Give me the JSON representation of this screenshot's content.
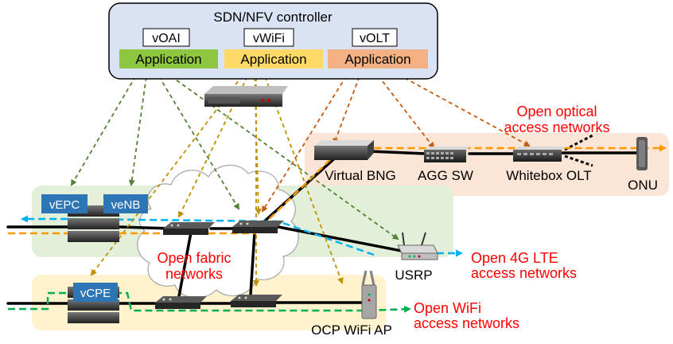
{
  "controller": {
    "title": "SDN/NFV controller",
    "vnf_labels": [
      "vOAI",
      "vWiFi",
      "vOLT"
    ],
    "app_label": "Application",
    "app_colors": [
      "#8dc73f",
      "#ffd966",
      "#f4b183"
    ]
  },
  "devices": {
    "virtual_bng": "Virtual BNG",
    "agg_sw": "AGG SW",
    "whitebox_olt": "Whitebox OLT",
    "onu": "ONU",
    "usrp": "USRP",
    "ocp_wifi_ap": "OCP WiFi AP"
  },
  "vnfs": {
    "vepc": "vEPC",
    "venb": "veNB",
    "vcpe": "vCPE"
  },
  "networks": {
    "optical": [
      "Open optical",
      "access networks"
    ],
    "lte": [
      "Open 4G LTE",
      "access networks"
    ],
    "wifi": [
      "Open WiFi",
      "access networks"
    ],
    "fabric": [
      "Open fabric",
      "networks"
    ]
  },
  "colors": {
    "optical_region": "#fbe5d6",
    "lte_region": "#e2f0d9",
    "wifi_region": "#fff2cc",
    "controller_fill": "#dae3f3",
    "vnf_box": "#2e75b6",
    "green_arrow": "#548235",
    "yellow_arrow": "#bf9000",
    "orange_arrow": "#c55a11",
    "red_text": "#ff0000",
    "blue_flow": "#00b0f0",
    "orange_flow": "#ff9900",
    "green_flow": "#00b050"
  }
}
